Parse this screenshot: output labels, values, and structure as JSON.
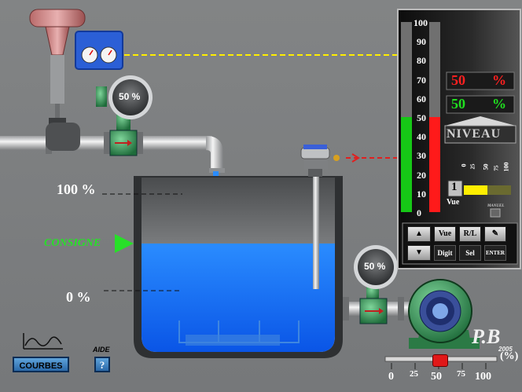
{
  "scale": {
    "ticks": [
      "100",
      "90",
      "80",
      "70",
      "60",
      "50",
      "40",
      "30",
      "20",
      "10",
      "0"
    ]
  },
  "level": {
    "percent": 50,
    "label_100": "100 %",
    "label_0": "0 %",
    "consigne_label": "CONSIGNE"
  },
  "panel": {
    "measure_red": "50",
    "measure_green": "50",
    "pct_sign": "%",
    "niveau_label": "NIVEAU",
    "vue_number": "1",
    "vue_label": "Vue",
    "mini_scale": [
      "0",
      "25",
      "50",
      "75",
      "100"
    ],
    "manuel_label": "MANUEL",
    "buttons": {
      "vue": "Vue",
      "digit": "Digit",
      "sel": "Sel",
      "enter": "ENTER",
      "rl": "R/L"
    }
  },
  "valve_gauge": {
    "value": "50 %"
  },
  "pump_gauge": {
    "value": "50 %"
  },
  "pump_slider": {
    "ticks": [
      "0",
      "25",
      "50",
      "75",
      "100"
    ],
    "unit": "(%)",
    "value_percent": 50
  },
  "footer": {
    "courbes_label": "COURBES",
    "aide_label": "AIDE",
    "aide_button": "?"
  },
  "logo": {
    "text": "P.B",
    "year": "2005"
  },
  "colors": {
    "water": "#1e78ff",
    "consigne": "#27e028",
    "measure_red": "#ff2020",
    "measure_green": "#20e020",
    "signal_yellow": "#ffee00"
  }
}
